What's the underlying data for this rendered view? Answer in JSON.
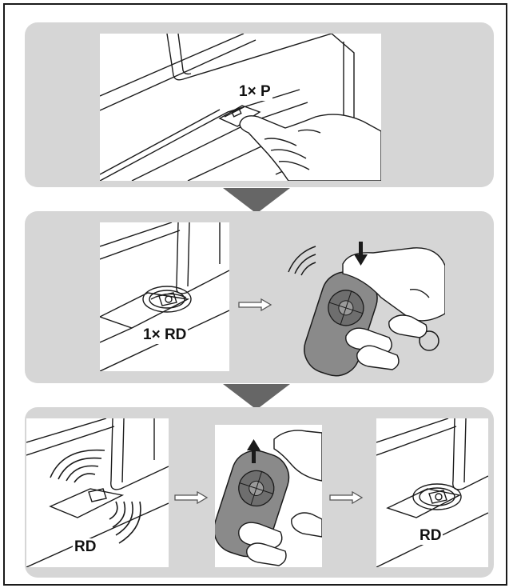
{
  "steps": [
    {
      "label": "1× P"
    },
    {
      "label": "1× RD"
    },
    {
      "labels": [
        "RD",
        "RD"
      ]
    }
  ],
  "colors": {
    "panel": "#d6d6d6",
    "step_arrow": "#666666",
    "remote_body": "#8a8a8a",
    "line": "#1a1a1a"
  },
  "icons": [
    "step-down-arrow",
    "flow-arrow",
    "press-arrow",
    "release-arrow",
    "radio-waves"
  ]
}
